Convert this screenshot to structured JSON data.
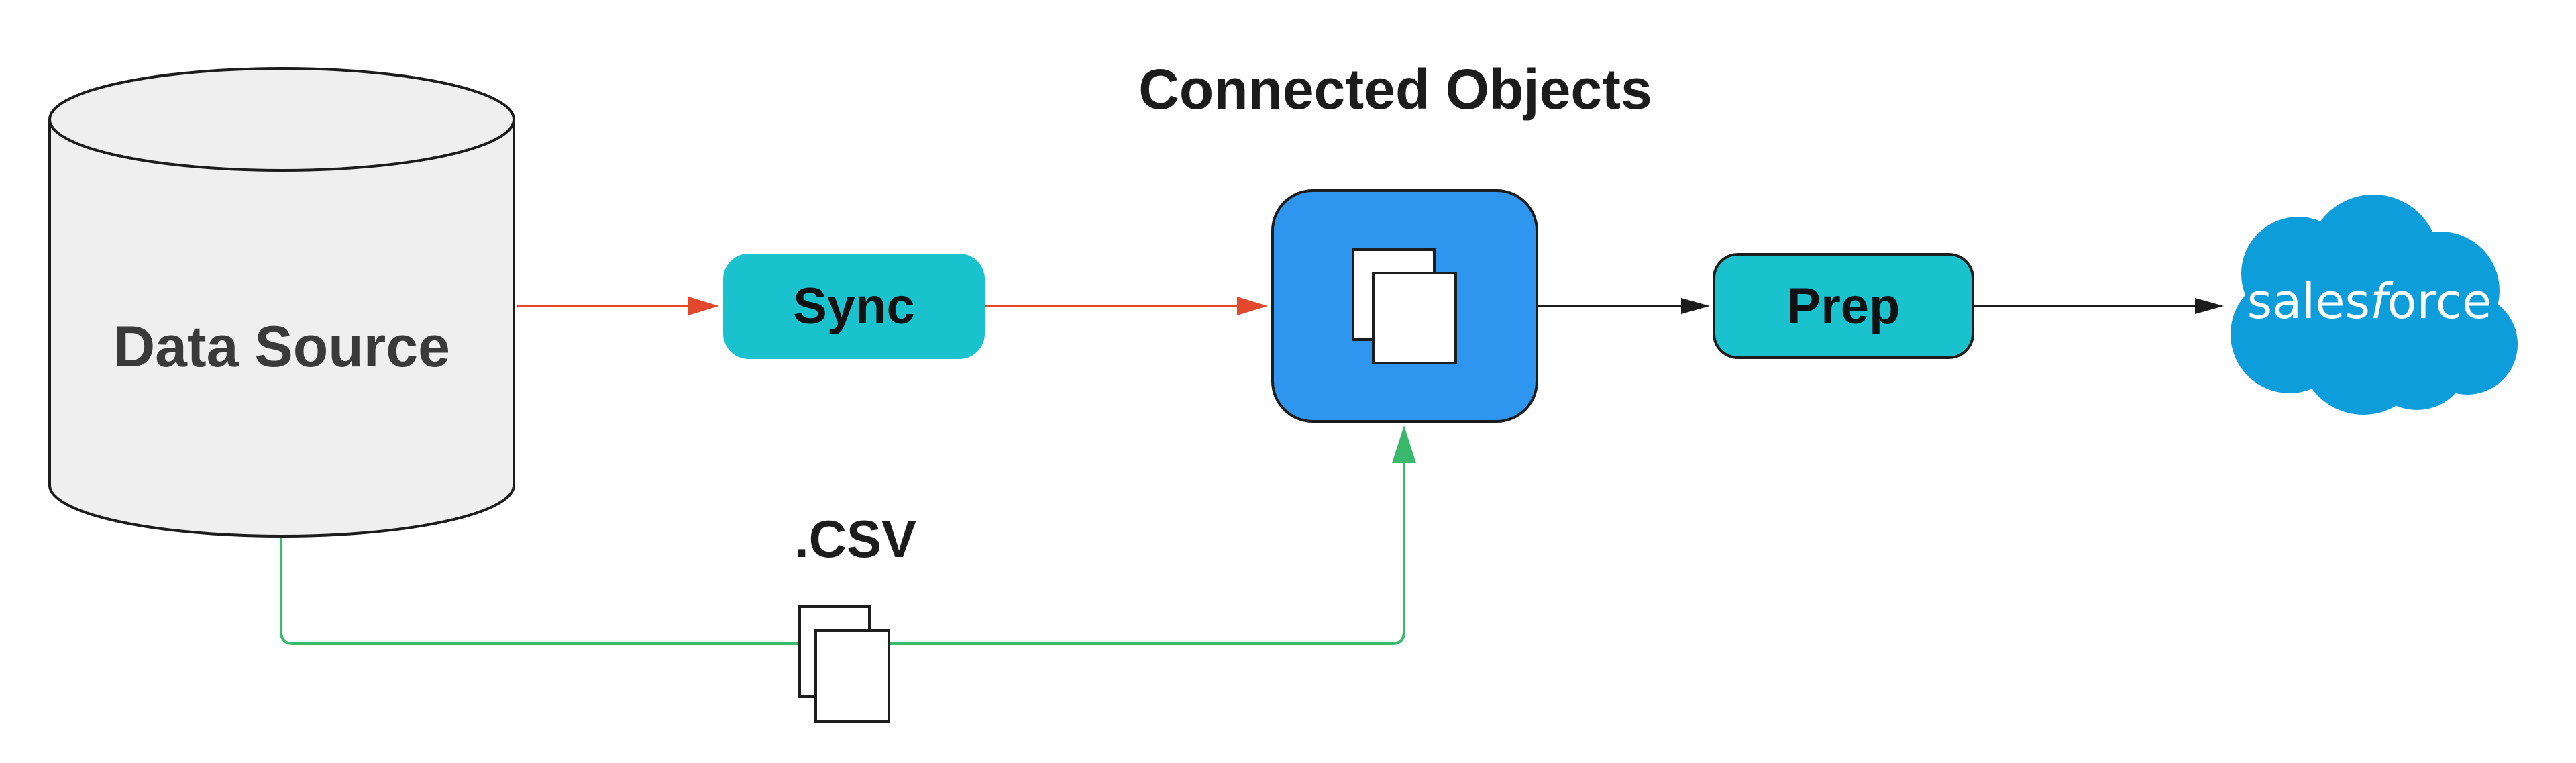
{
  "title": {
    "text": "Connected Objects"
  },
  "nodes": {
    "data_source": {
      "label": "Data Source",
      "shape": "cylinder"
    },
    "sync": {
      "label": "Sync",
      "shape": "rounded-rect"
    },
    "connected_objects": {
      "icon": "copy-documents-icon",
      "shape": "rounded-square"
    },
    "prep": {
      "label": "Prep",
      "shape": "rounded-rect"
    },
    "csv": {
      "label": ".CSV",
      "icon": "copy-documents-icon"
    },
    "salesforce": {
      "wordmark_pre": "sales",
      "wordmark_italic": "f",
      "wordmark_post": "orce",
      "shape": "cloud-logo"
    }
  },
  "connectors": [
    {
      "from": "data-source",
      "to": "sync",
      "color_name": "red",
      "style": "arrow"
    },
    {
      "from": "sync",
      "to": "connected-objects",
      "color_name": "red",
      "style": "arrow"
    },
    {
      "from": "connected-objects",
      "to": "prep",
      "color_name": "black",
      "style": "arrow"
    },
    {
      "from": "prep",
      "to": "salesforce",
      "color_name": "black",
      "style": "arrow"
    },
    {
      "from": "data-source",
      "to": "connected-objects",
      "via": "csv-files",
      "color_name": "green",
      "style": "elbow-arrow"
    }
  ],
  "colors": {
    "red": "#E2492C",
    "green": "#3AB86C",
    "ink": "#1C1C1C",
    "teal": "#19C2CD",
    "blue": "#2E96EE",
    "sf-blue": "#0D9DDA",
    "cylinder-fill": "#EFEFEF",
    "text-dark": "#3A3A3A"
  }
}
